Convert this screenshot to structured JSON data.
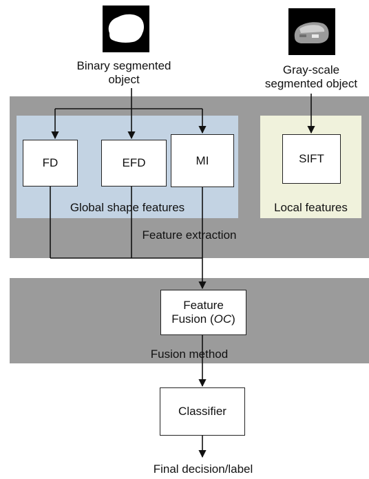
{
  "inputs": {
    "binary": {
      "line1": "Binary segmented",
      "line2": "object"
    },
    "grayscale": {
      "line1": "Gray-scale",
      "line2": "segmented object"
    }
  },
  "stages": {
    "extraction": {
      "label": "Feature extraction"
    },
    "fusion": {
      "label": "Fusion method"
    }
  },
  "regions": {
    "global": {
      "label": "Global shape features"
    },
    "local": {
      "label": "Local features"
    }
  },
  "boxes": {
    "fd": "FD",
    "efd": "EFD",
    "mi": "MI",
    "sift": "SIFT",
    "fusion": {
      "line1": "Feature",
      "line2_prefix": "Fusion (",
      "line2_italic": "OC",
      "line2_suffix": ")"
    },
    "classifier": "Classifier"
  },
  "output": {
    "label": "Final decision/label"
  },
  "colors": {
    "band": "#9b9b9b",
    "global_region": "#c3d3e3",
    "local_region": "#f0f2dc",
    "box_fill": "#ffffff",
    "line": "#111111"
  }
}
